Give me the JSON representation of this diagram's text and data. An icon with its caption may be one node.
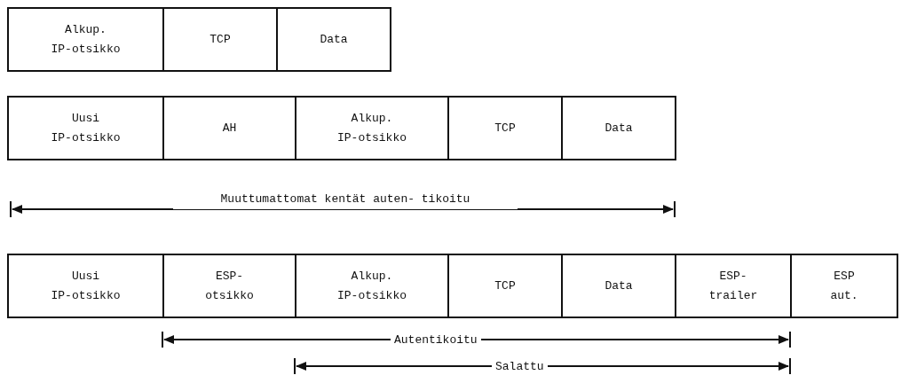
{
  "diagram": {
    "nodes": [
      {
        "text": [
          "Alkup. IP-otsikko"
        ]
      },
      {
        "text": [
          "TCP"
        ]
      },
      {
        "text": [
          "Data"
        ]
      },
      {
        "text": [
          "Uusi IP-otsikko"
        ]
      },
      {
        "text": [
          "AH"
        ]
      },
      {
        "text": [
          "Alkup. IP-otsikko"
        ]
      },
      {
        "text": [
          "TCP"
        ]
      },
      {
        "text": [
          "Data"
        ]
      },
      {
        "text": [
          "Uusi IP-otsikko"
        ]
      },
      {
        "text": [
          "ESP- otsikko"
        ]
      },
      {
        "text": [
          "Alkup. IP-otsikko"
        ]
      },
      {
        "text": [
          "TCP"
        ]
      },
      {
        "text": [
          "Data"
        ]
      },
      {
        "text": [
          "ESP- trailer"
        ]
      },
      {
        "text": [
          "ESP aut."
        ]
      }
    ],
    "labels": [
      "Muuttumattomat kentät auten- tikoitu",
      "Autentikoitu",
      "Salattu"
    ]
  }
}
